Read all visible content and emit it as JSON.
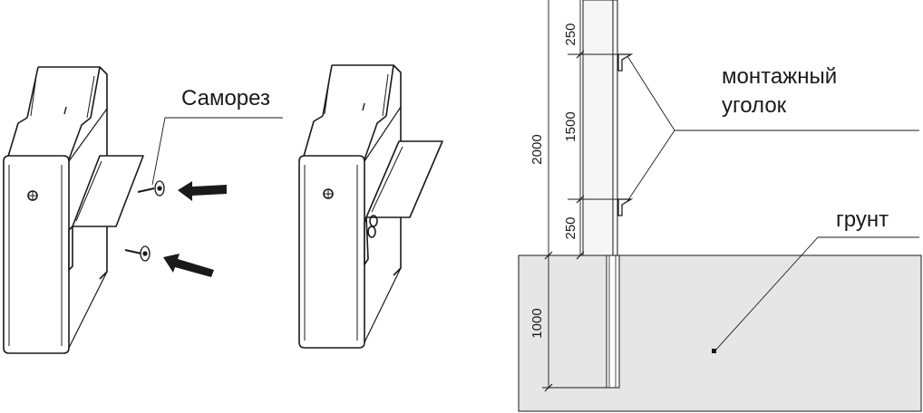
{
  "labels": {
    "screw": "Саморез",
    "mounting_angle_line1": "монтажный",
    "mounting_angle_line2": "уголок",
    "ground": "грунт"
  },
  "dimensions": {
    "total_height": "2000",
    "top_segment": "250",
    "middle_segment": "1500",
    "bottom_segment": "250",
    "depth": "1000"
  },
  "colors": {
    "line": "#1a1a1a",
    "ground_fill": "#e6e6e6",
    "post_fill": "#f4f4f4"
  }
}
